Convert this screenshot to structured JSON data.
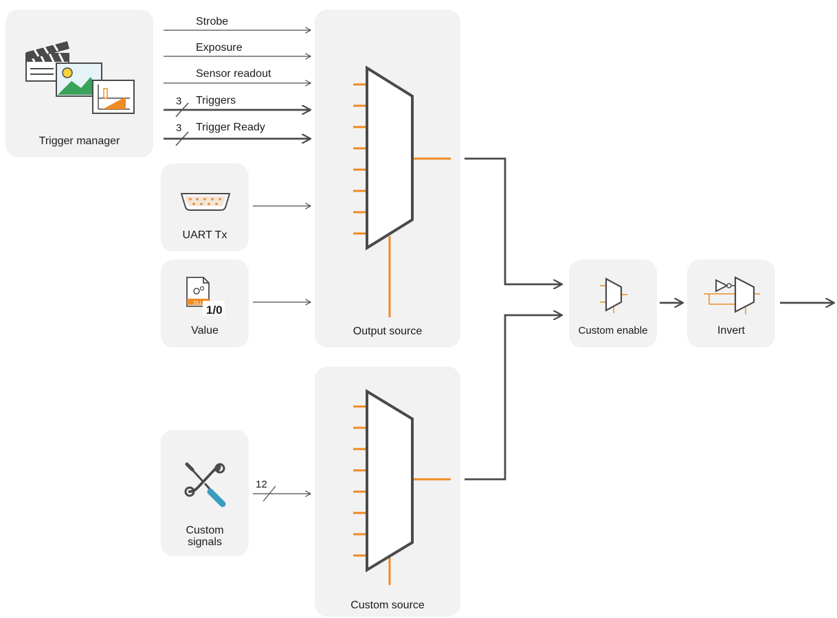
{
  "colors": {
    "accent": "#f08a24",
    "line": "#4a4a4a",
    "card": "#f2f2f2"
  },
  "blocks": {
    "trigger_manager": "Trigger manager",
    "uart_tx": "UART Tx",
    "value": "Value",
    "value_badge": "1/0",
    "value_file_tag": "DLL",
    "custom_signals": "Custom\nsignals",
    "output_source": "Output source",
    "custom_source": "Custom source",
    "custom_enable": "Custom enable",
    "invert": "Invert"
  },
  "signals": {
    "strobe": "Strobe",
    "exposure": "Exposure",
    "sensor_readout": "Sensor readout",
    "triggers": "Triggers",
    "triggers_width": "3",
    "trigger_ready": "Trigger Ready",
    "trigger_ready_width": "3",
    "custom_width": "12"
  },
  "icons": {
    "trigger_manager": "clapperboard-image-chart-icon",
    "uart_tx": "serial-port-icon",
    "value": "file-settings-icon",
    "custom_signals": "wrench-screwdriver-icon",
    "custom_enable": "mux-icon",
    "invert": "inverter-mux-icon"
  }
}
